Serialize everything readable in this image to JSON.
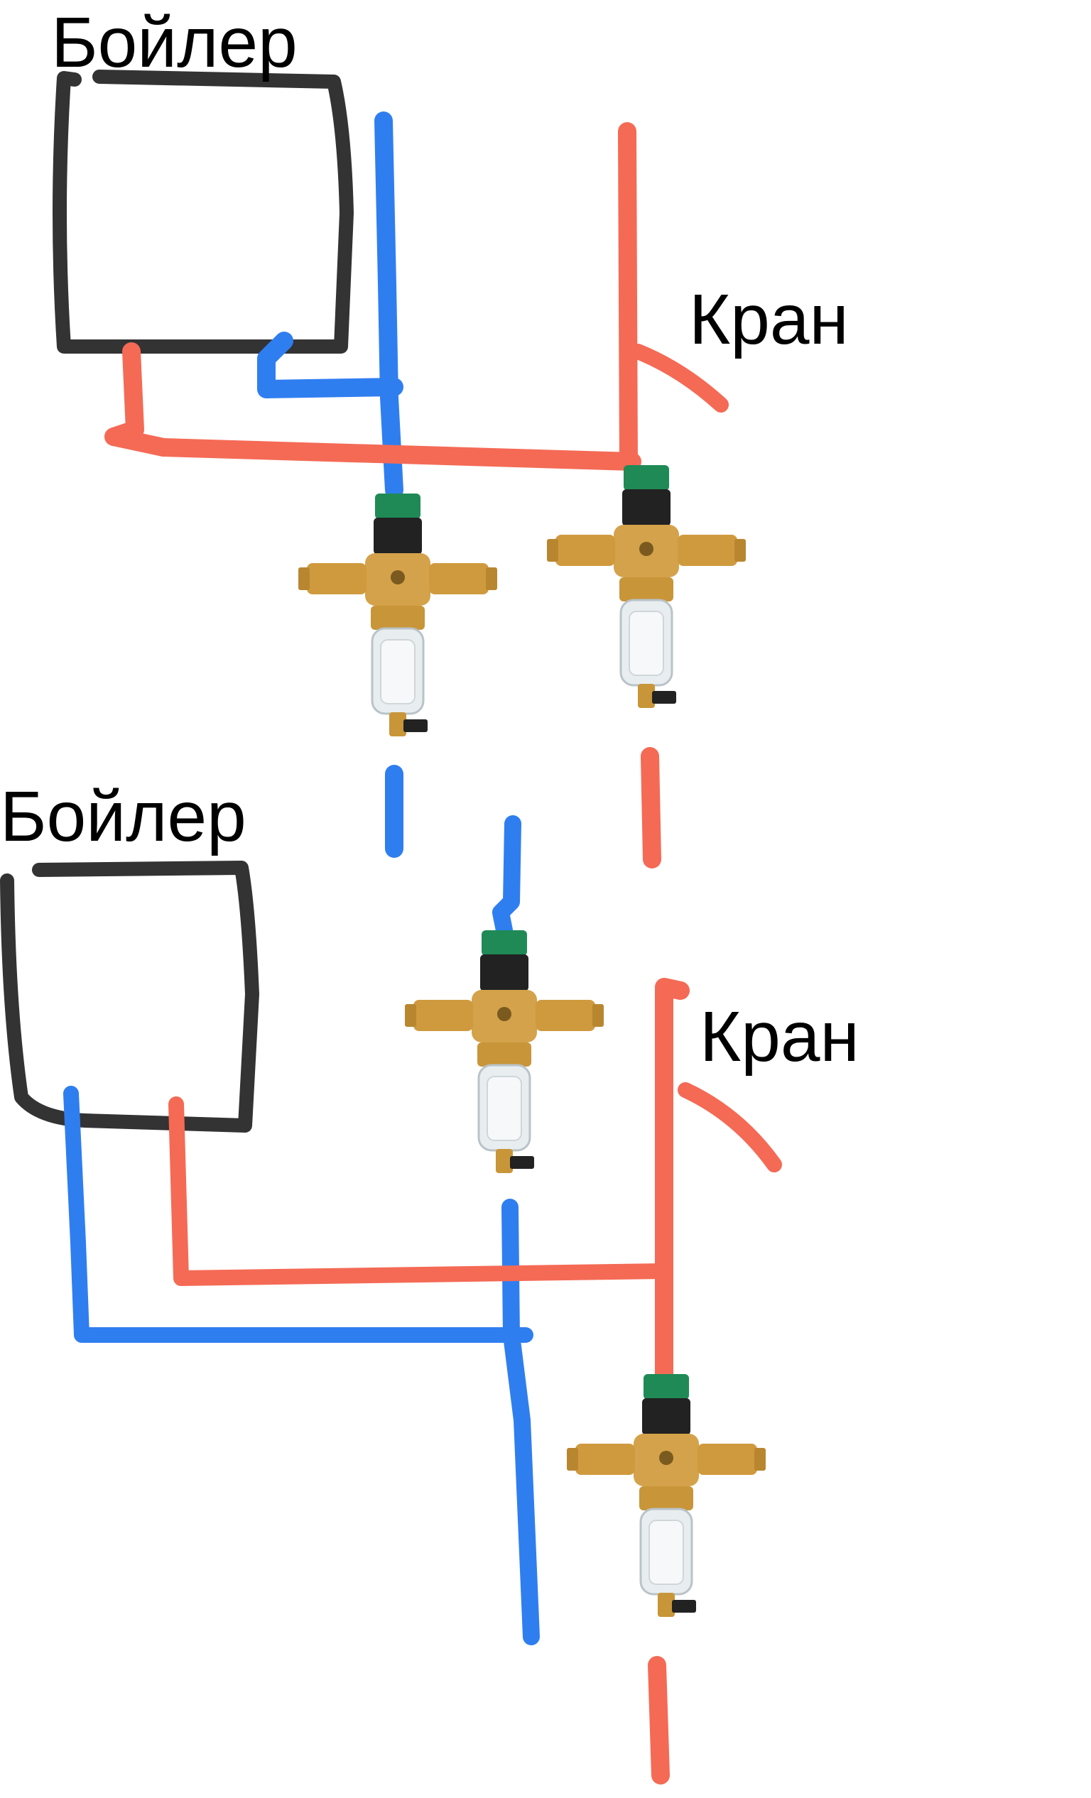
{
  "labels": {
    "boiler_top": "Бойлер",
    "faucet_top": "Кран",
    "boiler_bottom": "Бойлер",
    "faucet_bottom": "Кран"
  },
  "colors": {
    "cold_pipe": "#2f7ef0",
    "hot_pipe": "#f46a55",
    "boiler_outline": "#333333",
    "brass": "#d4a24a",
    "valve_cap": "#1f8a55",
    "valve_body_dark": "#222222",
    "filter_bowl": "#e8edf0"
  },
  "filter_icon": "pressure-reducer-filter-icon"
}
